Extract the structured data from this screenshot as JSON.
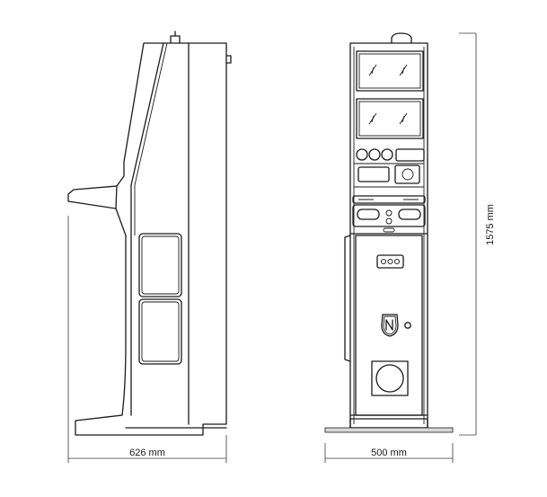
{
  "dimensions": {
    "side_depth": "626 mm",
    "front_width": "500 mm",
    "height": "1575 mm"
  },
  "icons": [
    "badge-n-logo-icon",
    "sound-wave-icon"
  ],
  "colors": {
    "line": "#1a1a1a",
    "base_plate": "#d9d9d9",
    "background": "#ffffff"
  }
}
